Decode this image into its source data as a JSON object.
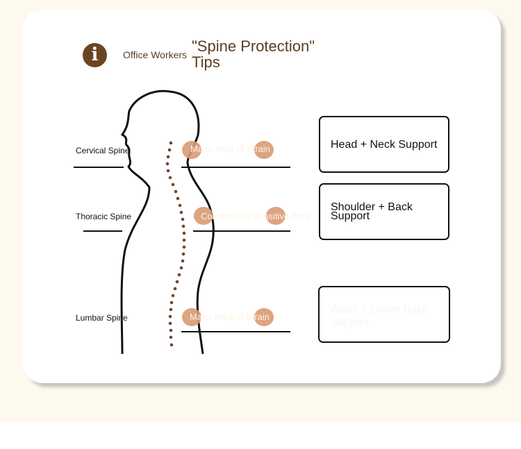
{
  "header": {
    "subtitle": "Office Workers",
    "title": "\"Spine Protection\" Tips",
    "icon": "info-icon"
  },
  "regions": [
    {
      "name": "Cervical Spine",
      "note": "Major Area of Strain"
    },
    {
      "name": "Thoracic Spine",
      "note": "Comfortable Sensitive Area"
    },
    {
      "name": "Lumbar Spine",
      "note": "Major Area of Strain"
    }
  ],
  "supports": [
    "Head + Neck Support",
    "Shoulder + Back Support",
    "Waist + Lower Back Support"
  ],
  "colors": {
    "accent": "#6b4522",
    "blob": "#d99a74"
  }
}
